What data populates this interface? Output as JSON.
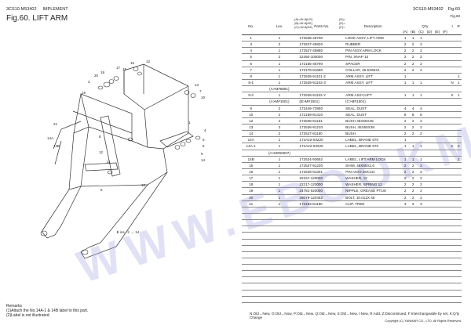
{
  "header": {
    "model": "3CS10-M53402",
    "section": "IMPLEMENT",
    "title": "Fig.60.  LIFT ARM",
    "right_model": "3CS10-M53402",
    "right_fig": "Fig.60",
    "right_sub": "Fig.60"
  },
  "codes": {
    "a": "(A)=W-8(US)",
    "b": "(B)=W-8(AS)",
    "c": "(C)=W-8(NZ)",
    "d": "(D)=",
    "e": "(E)=",
    "f": "(F)="
  },
  "table": {
    "headers": {
      "no": "No.",
      "lev": "Lev.",
      "part": "Parts No.",
      "desc": "Description",
      "qty": "Q'ty",
      "i": "I",
      "r": "R",
      "cols": [
        "(A)",
        "(B)",
        "(C)",
        "(D)",
        "(E)",
        "(F)"
      ]
    },
    "rows": [
      {
        "no": "1",
        "lev": "1",
        "part": "172538-45700",
        "desc": "LOOK ASSY, LIFT ARM",
        "q": [
          "1",
          "1",
          "1",
          "",
          "",
          ""
        ],
        "i": "",
        "r": ""
      },
      {
        "no": "3",
        "lev": "2",
        "part": "172527-45820",
        "desc": "RUBBER",
        "q": [
          "2",
          "2",
          "2",
          "",
          "",
          ""
        ],
        "i": "",
        "r": ""
      },
      {
        "no": "4",
        "lev": "1",
        "part": "172527-45880",
        "desc": "PIN ASSY,ARM LOCK",
        "q": [
          "2",
          "2",
          "2",
          "",
          "",
          ""
        ],
        "i": "",
        "r": ""
      },
      {
        "no": "5",
        "lev": "2",
        "part": "22360-100000",
        "desc": "PIN, SNAP 10",
        "q": [
          "2",
          "2",
          "2",
          "",
          "",
          ""
        ],
        "i": "",
        "r": ""
      },
      {
        "no": "6",
        "lev": "1",
        "part": "172155-45790",
        "desc": "SPACER",
        "q": [
          "2",
          "2",
          "2",
          "",
          "",
          ""
        ],
        "i": "",
        "r": ""
      },
      {
        "no": "7",
        "lev": "1",
        "part": "172179-81660",
        "desc": "COLLAR, 45.5X65X1",
        "q": [
          "2",
          "2",
          "2",
          "",
          "",
          ""
        ],
        "i": "",
        "r": ""
      },
      {
        "no": "8",
        "lev": "1",
        "part": "172539-91101-2",
        "desc": "ARM ASSY, LIFT",
        "q": [
          "1",
          "",
          "",
          "",
          "",
          ""
        ],
        "i": "",
        "r": "1"
      },
      {
        "no": "8-1",
        "lev": "1",
        "part": "172539-91102-3",
        "desc": "ARM ASSY, LIFT",
        "q": [
          "1",
          "1",
          "1",
          "",
          "",
          ""
        ],
        "i": "N",
        "r": "1"
      },
      {
        "no": "",
        "lev": "(A>M#8891)",
        "part": "",
        "desc": "",
        "q": [
          "",
          "",
          "",
          "",
          "",
          ""
        ],
        "i": "",
        "r": ""
      },
      {
        "no": "8-2",
        "lev": "1",
        "part": "172539-91102-Y",
        "desc": "ARM ASSY,LIFT",
        "q": [
          "1",
          "1",
          "1",
          "",
          "",
          ""
        ],
        "i": "S",
        "r": "1"
      },
      {
        "no": "",
        "lev": "(A>M#1501)",
        "part": "(B>M#1501)",
        "desc": "(C>M#1501)",
        "q": [
          "",
          "",
          "",
          "",
          "",
          ""
        ],
        "i": "",
        "r": ""
      },
      {
        "no": "9",
        "lev": "2",
        "part": "172449-72850",
        "desc": "SEAL, DUST",
        "q": [
          "4",
          "4",
          "4",
          "",
          "",
          ""
        ],
        "i": "",
        "r": ""
      },
      {
        "no": "10",
        "lev": "2",
        "part": "172169-81410",
        "desc": "SEAL, DUST",
        "q": [
          "8",
          "8",
          "8",
          "",
          "",
          ""
        ],
        "i": "",
        "r": ""
      },
      {
        "no": "12",
        "lev": "2",
        "part": "172538-91181",
        "desc": "BUSH 45X55X48",
        "q": [
          "2",
          "2",
          "2",
          "",
          "",
          ""
        ],
        "i": "",
        "r": ""
      },
      {
        "no": "13",
        "lev": "2",
        "part": "172538-91210",
        "desc": "BUSH, 45X55X39",
        "q": [
          "2",
          "2",
          "2",
          "",
          "",
          ""
        ],
        "i": "",
        "r": ""
      },
      {
        "no": "14",
        "lev": "2",
        "part": "172527-91180",
        "desc": "BUSH",
        "q": [
          "2",
          "2",
          "2",
          "",
          "",
          ""
        ],
        "i": "",
        "r": ""
      },
      {
        "no": "14A",
        "lev": "1",
        "part": "172A22-03220",
        "desc": "LABEL, BRAND 670",
        "q": [
          "1",
          "",
          "",
          "",
          "",
          ""
        ],
        "i": "",
        "r": ""
      },
      {
        "no": "14A-1",
        "lev": "1",
        "part": "172A22-03220",
        "desc": "LABEL, BRAND 670",
        "q": [
          "1",
          "1",
          "1",
          "",
          "",
          ""
        ],
        "i": "K",
        "r": "2"
      },
      {
        "no": "",
        "lev": "(A>M#60007)",
        "part": "",
        "desc": "",
        "q": [
          "",
          "",
          "",
          "",
          "",
          ""
        ],
        "i": "",
        "r": ""
      },
      {
        "no": "14B",
        "lev": "1",
        "part": "172524-93652",
        "desc": "LABEL, LIFT ARM LOCK",
        "q": [
          "1",
          "1",
          "1",
          "",
          "",
          ""
        ],
        "i": "",
        "r": "2"
      },
      {
        "no": "15",
        "lev": "1",
        "part": "172527-91230",
        "desc": "SHIM, 45X65X2.6",
        "q": [
          "2",
          "2",
          "2",
          "",
          "",
          ""
        ],
        "i": "",
        "r": ""
      },
      {
        "no": "16",
        "lev": "1",
        "part": "172539-91301",
        "desc": "PIN ASSY,45X141",
        "q": [
          "2",
          "2",
          "2",
          "",
          "",
          ""
        ],
        "i": "",
        "r": ""
      },
      {
        "no": "17",
        "lev": "1",
        "part": "22157-120000",
        "desc": "WASHER, 12",
        "q": [
          "2",
          "2",
          "2",
          "",
          "",
          ""
        ],
        "i": "",
        "r": ""
      },
      {
        "no": "18",
        "lev": "1",
        "part": "22217-120000",
        "desc": "WASHER, SPRING 12",
        "q": [
          "2",
          "2",
          "2",
          "",
          "",
          ""
        ],
        "i": "",
        "r": ""
      },
      {
        "no": "19",
        "lev": "1",
        "part": "24781-020000",
        "desc": "NIPPLE, GREASE PT1/8",
        "q": [
          "2",
          "2",
          "2",
          "",
          "",
          ""
        ],
        "i": "",
        "r": ""
      },
      {
        "no": "20",
        "lev": "1",
        "part": "26079-120452",
        "desc": "BOLT, 10.012X 45",
        "q": [
          "2",
          "2",
          "2",
          "",
          "",
          ""
        ],
        "i": "",
        "r": ""
      },
      {
        "no": "21",
        "lev": "1",
        "part": "172183-81180",
        "desc": "CLIP, TREE",
        "q": [
          "3",
          "3",
          "3",
          "",
          "",
          ""
        ],
        "i": "",
        "r": ""
      },
      {
        "no": "",
        "lev": "",
        "part": "",
        "desc": "",
        "q": [
          "",
          "",
          "",
          "",
          "",
          ""
        ],
        "i": "",
        "r": ""
      },
      {
        "no": "",
        "lev": "",
        "part": "",
        "desc": "",
        "q": [
          "",
          "",
          "",
          "",
          "",
          ""
        ],
        "i": "",
        "r": ""
      },
      {
        "no": "",
        "lev": "",
        "part": "",
        "desc": "",
        "q": [
          "",
          "",
          "",
          "",
          "",
          ""
        ],
        "i": "",
        "r": ""
      },
      {
        "no": "",
        "lev": "",
        "part": "",
        "desc": "",
        "q": [
          "",
          "",
          "",
          "",
          "",
          ""
        ],
        "i": "",
        "r": ""
      },
      {
        "no": "",
        "lev": "",
        "part": "",
        "desc": "",
        "q": [
          "",
          "",
          "",
          "",
          "",
          ""
        ],
        "i": "",
        "r": ""
      },
      {
        "no": "",
        "lev": "",
        "part": "",
        "desc": "",
        "q": [
          "",
          "",
          "",
          "",
          "",
          ""
        ],
        "i": "",
        "r": ""
      },
      {
        "no": "",
        "lev": "",
        "part": "",
        "desc": "",
        "q": [
          "",
          "",
          "",
          "",
          "",
          ""
        ],
        "i": "",
        "r": ""
      },
      {
        "no": "",
        "lev": "",
        "part": "",
        "desc": "",
        "q": [
          "",
          "",
          "",
          "",
          "",
          ""
        ],
        "i": "",
        "r": ""
      },
      {
        "no": "",
        "lev": "",
        "part": "",
        "desc": "",
        "q": [
          "",
          "",
          "",
          "",
          "",
          ""
        ],
        "i": "",
        "r": ""
      },
      {
        "no": "",
        "lev": "",
        "part": "",
        "desc": "",
        "q": [
          "",
          "",
          "",
          "",
          "",
          ""
        ],
        "i": "",
        "r": ""
      },
      {
        "no": "",
        "lev": "",
        "part": "",
        "desc": "",
        "q": [
          "",
          "",
          "",
          "",
          "",
          ""
        ],
        "i": "",
        "r": ""
      },
      {
        "no": "",
        "lev": "",
        "part": "",
        "desc": "",
        "q": [
          "",
          "",
          "",
          "",
          "",
          ""
        ],
        "i": "",
        "r": ""
      },
      {
        "no": "",
        "lev": "",
        "part": "",
        "desc": "",
        "q": [
          "",
          "",
          "",
          "",
          "",
          ""
        ],
        "i": "",
        "r": ""
      },
      {
        "no": "",
        "lev": "",
        "part": "",
        "desc": "",
        "q": [
          "",
          "",
          "",
          "",
          "",
          ""
        ],
        "i": "",
        "r": ""
      },
      {
        "no": "",
        "lev": "",
        "part": "",
        "desc": "",
        "q": [
          "",
          "",
          "",
          "",
          "",
          ""
        ],
        "i": "",
        "r": ""
      }
    ]
  },
  "remarks": {
    "heading": "Remarks",
    "line1": "(1)Attach the No.14A-1 & 14B label to this part.",
    "line2": "(2)Label is not illustrated."
  },
  "diagram": {
    "note": "⬇ ins. ① → 14",
    "callouts": [
      "1",
      "3",
      "4",
      "5",
      "6",
      "7",
      "8",
      "9",
      "10",
      "12",
      "13",
      "14",
      "15",
      "16",
      "17",
      "18",
      "19",
      "20",
      "21"
    ]
  },
  "footer": {
    "legend": "N:Old→New, O:Old→Now, P:Old→New, Q:Old→New, S:Old→New, I:New, R:Add, Z:Discontinued, F:Interchangeable by set, K:Q'ty Change",
    "copyright": "Copyright (C)  YANMAR CO., LTD. All Rights Reserved."
  },
  "watermark": "WWW.EBOOKMANUALS"
}
